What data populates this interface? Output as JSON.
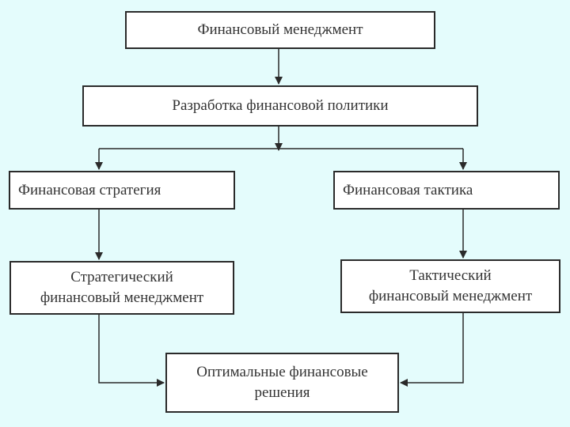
{
  "colors": {
    "background": "#e4fcfc",
    "box_fill": "#ffffff",
    "line": "#2a2a2a",
    "text": "#333333"
  },
  "nodes": {
    "top": "Финансовый менеджмент",
    "policy": "Разработка финансовой политики",
    "strategy": "Финансовая стратегия",
    "tactics": "Финансовая тактика",
    "strategic_mgmt": [
      "Стратегический",
      "финансовый менеджмент"
    ],
    "tactical_mgmt": [
      "Тактический",
      "финансовый менеджмент"
    ],
    "optimal": [
      "Оптимальные финансовые",
      "решения"
    ]
  }
}
